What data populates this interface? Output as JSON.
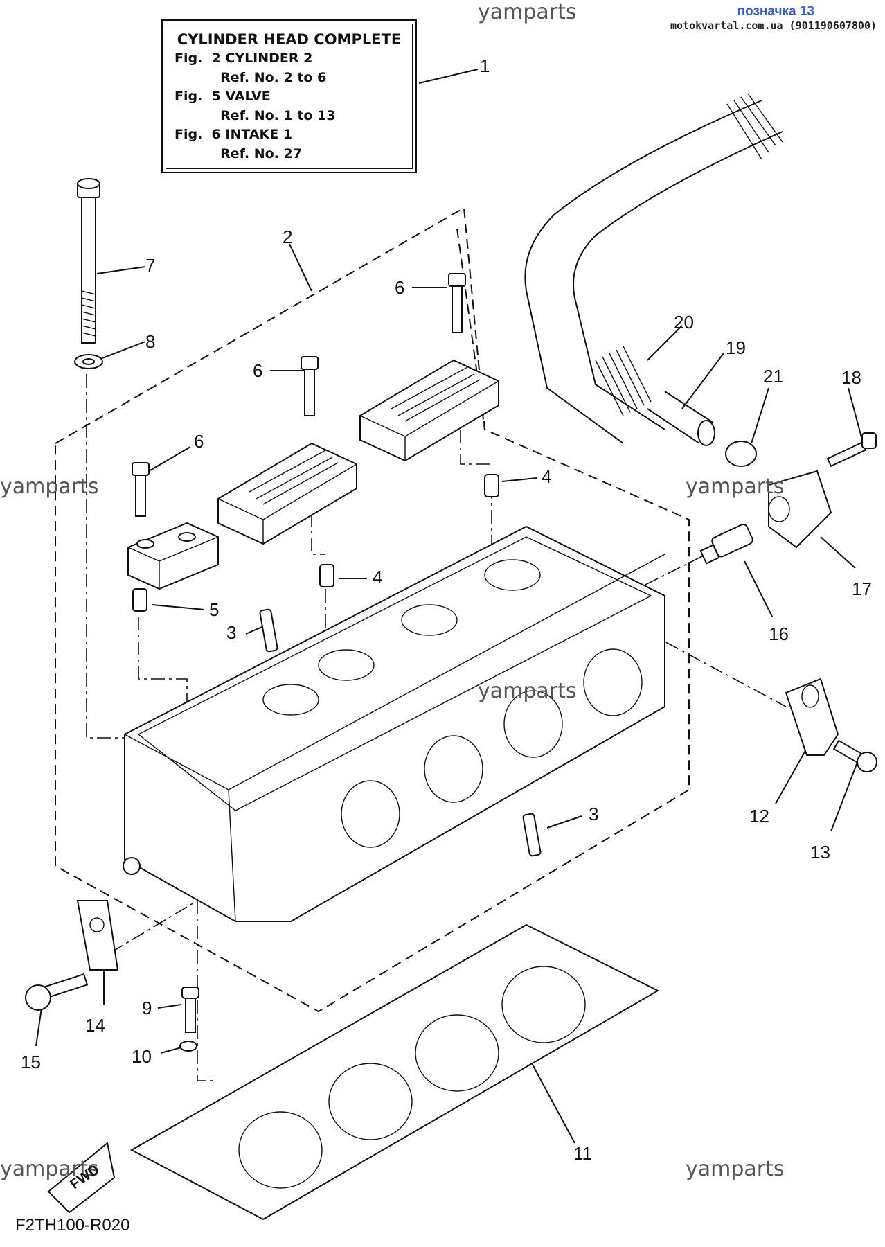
{
  "header": {
    "watermark_top": "yamparts",
    "label": "позначка 13",
    "site": "motokvartal.com.ua (901190607800)"
  },
  "note": {
    "title": "CYLINDER HEAD COMPLETE",
    "lines": [
      "Fig.  2 CYLINDER 2",
      "          Ref. No. 2 to 6",
      "Fig.  5 VALVE",
      "          Ref. No. 1 to 13",
      "Fig.  6 INTAKE 1",
      "          Ref. No. 27"
    ]
  },
  "watermarks": [
    "yamparts",
    "yamparts",
    "yamparts",
    "yamparts",
    "yamparts"
  ],
  "callouts": [
    "1",
    "2",
    "3",
    "3",
    "4",
    "4",
    "5",
    "6",
    "6",
    "6",
    "7",
    "8",
    "9",
    "10",
    "11",
    "12",
    "13",
    "14",
    "15",
    "16",
    "17",
    "18",
    "19",
    "20",
    "21"
  ],
  "fwd_label": "FWD",
  "figure_code": "F2TH100-R020"
}
